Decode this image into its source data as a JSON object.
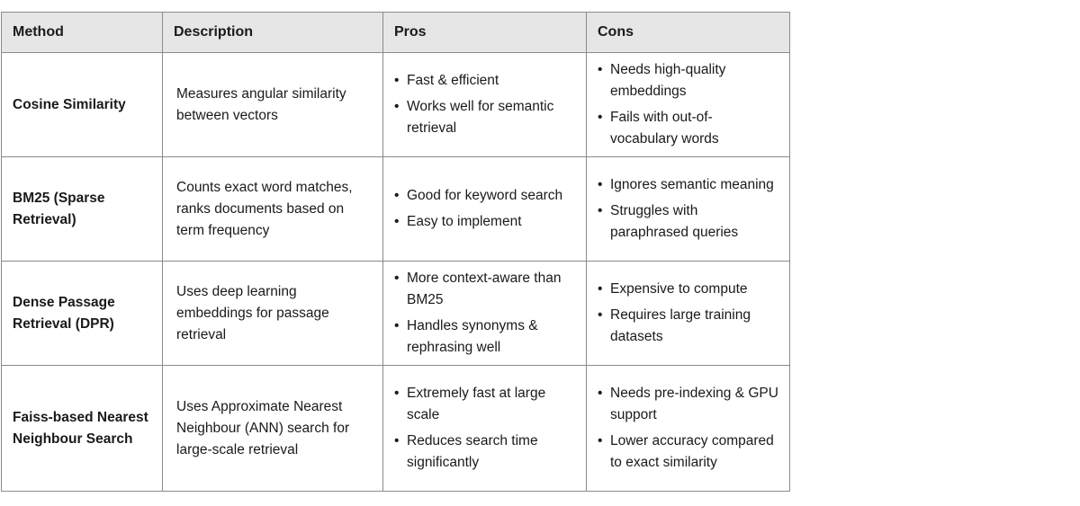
{
  "table": {
    "headers": [
      "Method",
      "Description",
      "Pros",
      "Cons"
    ],
    "rows": [
      {
        "method": "Cosine Similarity",
        "description": "Measures angular similarity between vectors",
        "pros": [
          "Fast & efficient",
          "Works well for semantic retrieval"
        ],
        "cons": [
          "Needs high-quality embeddings",
          "Fails with out-of-vocabulary words"
        ]
      },
      {
        "method": "BM25 (Sparse Retrieval)",
        "description": "Counts exact word matches, ranks documents based on term frequency",
        "pros": [
          "Good for keyword search",
          "Easy to implement"
        ],
        "cons": [
          "Ignores semantic meaning",
          "Struggles with paraphrased queries"
        ]
      },
      {
        "method": "Dense Passage Retrieval (DPR)",
        "description": "Uses deep learning embeddings for passage retrieval",
        "pros": [
          "More context-aware than BM25",
          "Handles synonyms & rephrasing well"
        ],
        "cons": [
          "Expensive to compute",
          "Requires large training datasets"
        ]
      },
      {
        "method": "Faiss-based Nearest Neighbour Search",
        "description": "Uses Approximate Nearest Neighbour (ANN) search for large-scale retrieval",
        "pros": [
          "Extremely fast at large scale",
          "Reduces search time significantly"
        ],
        "cons": [
          "Needs pre-indexing & GPU support",
          "Lower accuracy compared to exact similarity"
        ]
      }
    ]
  }
}
